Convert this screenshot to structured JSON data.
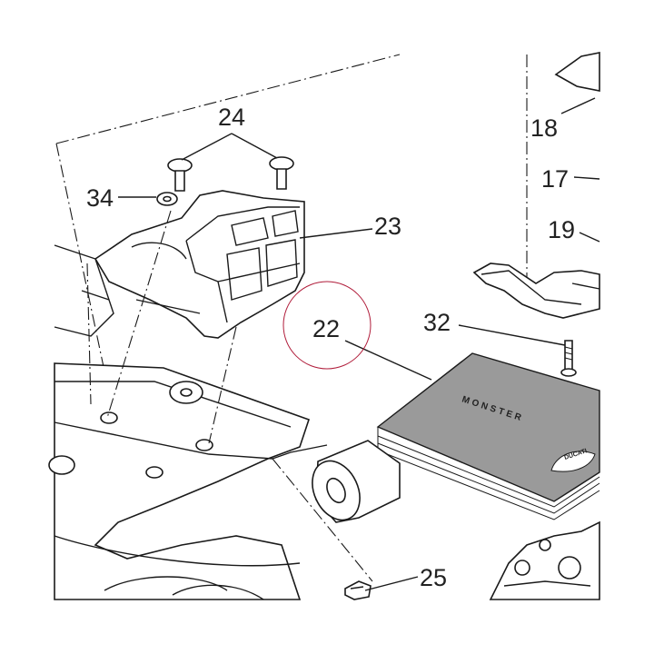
{
  "callouts": {
    "c24": "24",
    "c34": "34",
    "c23": "23",
    "c22": "22",
    "c32": "32",
    "c18": "18",
    "c17": "17",
    "c19": "19",
    "c25": "25"
  },
  "manual": {
    "title": "MONSTER",
    "brand": "DUCATI"
  },
  "colors": {
    "line": "#1a1a1a",
    "highlight": "#b01c3a",
    "manual_fill": "#9a9a9a"
  }
}
